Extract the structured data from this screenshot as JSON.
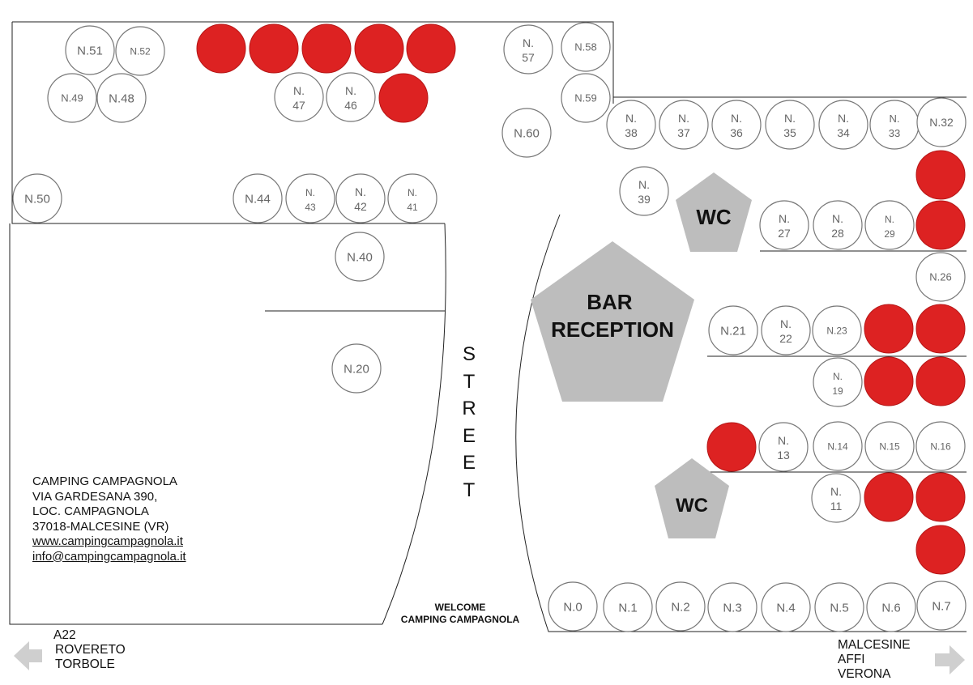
{
  "map": {
    "facility_main": [
      "BAR",
      "RECEPTION"
    ],
    "wc_label": "WC",
    "street_letters": [
      "S",
      "T",
      "R",
      "E",
      "E",
      "T"
    ],
    "welcome": [
      "WELCOME",
      "CAMPING CAMPAGNOLA"
    ],
    "address": [
      "CAMPING CAMPAGNOLA",
      "VIA GARDESANA 390,",
      "LOC. CAMPAGNOLA",
      "37018-MALCESINE (VR)",
      "www.campingcampagnola.it",
      "info@campingcampagnola.it"
    ],
    "direction_left": [
      "A22",
      "ROVERETO",
      "TORBOLE"
    ],
    "direction_right": [
      "MALCESINE",
      "AFFI",
      "VERONA"
    ],
    "pitches": {
      "n51": "N.51",
      "n52": "N.52",
      "n49": "N.49",
      "n48": "N.48",
      "n47": [
        "N.",
        "47"
      ],
      "n46": [
        "N.",
        "46"
      ],
      "n57": [
        "N.",
        "57"
      ],
      "n58": "N.58",
      "n59": "N.59",
      "n60": "N.60",
      "n38": [
        "N.",
        "38"
      ],
      "n37": [
        "N.",
        "37"
      ],
      "n36": [
        "N.",
        "36"
      ],
      "n35": [
        "N.",
        "35"
      ],
      "n34": [
        "N.",
        "34"
      ],
      "n33": [
        "N.",
        "33"
      ],
      "n32": "N.32",
      "n39": [
        "N.",
        "39"
      ],
      "n50": "N.50",
      "n44": "N.44",
      "n43": [
        "N.",
        "43"
      ],
      "n42": [
        "N.",
        "42"
      ],
      "n41": [
        "N.",
        "41"
      ],
      "n40": "N.40",
      "n20": "N.20",
      "n27": [
        "N.",
        "27"
      ],
      "n28": [
        "N.",
        "28"
      ],
      "n29": [
        "N.",
        "29"
      ],
      "n26": "N.26",
      "n21": "N.21",
      "n22": [
        "N.",
        "22"
      ],
      "n23": "N.23",
      "n19": [
        "N.",
        "19"
      ],
      "n13": [
        "N.",
        "13"
      ],
      "n14": "N.14",
      "n15": "N.15",
      "n16": "N.16",
      "n11": [
        "N.",
        "11"
      ],
      "n0": "N.0",
      "n1": "N.1",
      "n2": "N.2",
      "n3": "N.3",
      "n4": "N.4",
      "n5": "N.5",
      "n6": "N.6",
      "n7": "N.7"
    },
    "colors": {
      "occupied": "#dd2222",
      "building": "#bdbdbd",
      "outline": "#777777",
      "arrow": "#cfcfcf"
    }
  }
}
